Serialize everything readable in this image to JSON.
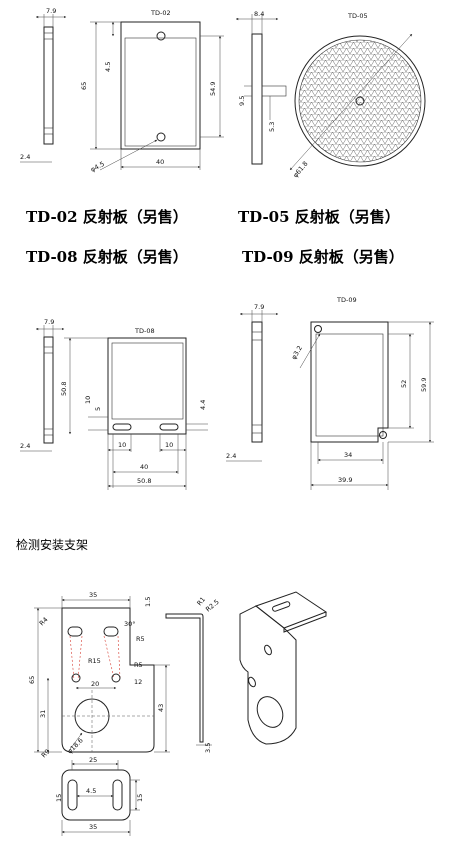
{
  "captions": {
    "td02": "TD-02 反射板（另售）",
    "td05": "TD-05 反射板（另售）",
    "td08": "TD-08 反射板（另售）",
    "td09": "TD-09 反射板（另售）"
  },
  "bracket_title": "检测安装支架",
  "td02": {
    "label": "TD-02",
    "dims": [
      "7.9",
      "65",
      "4.5",
      "54.9",
      "2.4",
      "φ4.5",
      "40"
    ]
  },
  "td05": {
    "label": "TD-05",
    "dims": [
      "8.4",
      "9.5",
      "5.3",
      "φ61.8"
    ]
  },
  "td08": {
    "label": "TD-08",
    "dims": [
      "7.9",
      "50.8",
      "10",
      "5",
      "4.4",
      "2.4",
      "10",
      "10",
      "40",
      "50.8"
    ]
  },
  "td09": {
    "label": "TD-09",
    "dims": [
      "7.9",
      "φ3.2",
      "52",
      "59.9",
      "2.4",
      "34",
      "39.9"
    ]
  },
  "bracket": {
    "dims": [
      "35",
      "1.5",
      "R1",
      "R2.5",
      "R4",
      "30°",
      "R5",
      "R15",
      "R5",
      "20",
      "12",
      "65",
      "31",
      "43",
      "R9",
      "φ18.6",
      "3.5",
      "25",
      "4.5",
      "15",
      "15",
      "35"
    ]
  }
}
